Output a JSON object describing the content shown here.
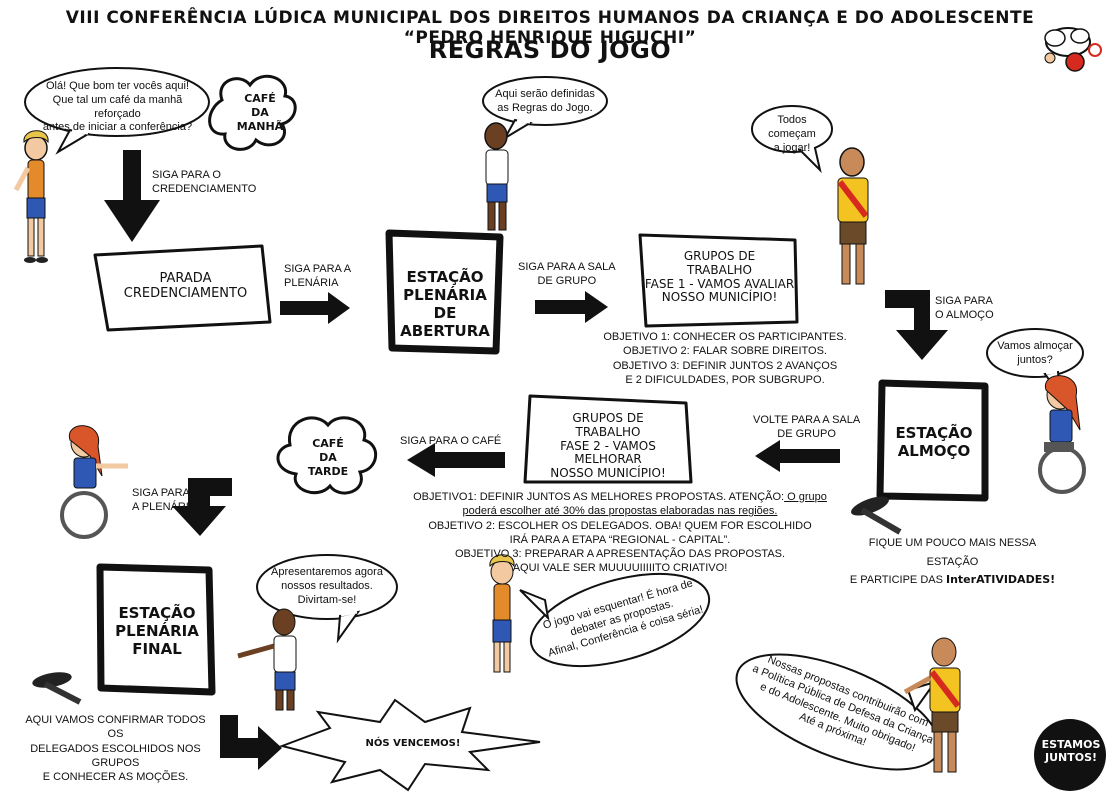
{
  "header": {
    "title": "VIII CONFERÊNCIA LÚDICA MUNICIPAL DOS DIREITOS HUMANOS DA CRIANÇA E DO ADOLESCENTE “PEDRO HENRIQUE HIGUCHI”",
    "subtitle": "REGRAS DO JOGO"
  },
  "speech": {
    "welcome": [
      "Olá! Que bom ter vocês aqui!",
      "Que tal um café da manhã reforçado",
      "antes de iniciar a conferência?"
    ],
    "rules": [
      "Aqui serão definidas",
      "as Regras do Jogo."
    ],
    "start": [
      "Todos começam",
      "a jogar!"
    ],
    "lunch": [
      "Vamos almoçar",
      "juntos?"
    ],
    "results": [
      "Apresentaremos agora",
      "nossos resultados.",
      "Divirtam-se!"
    ],
    "heat": [
      "O jogo vai esquentar! É hora de",
      "debater as propostas.",
      "Afinal, Conferência é coisa séria!"
    ],
    "closing": [
      "Nossas propostas contribuirão com",
      "a Política Pública de Defesa da Criança",
      "e do Adolescente. Muito obrigado!",
      "Até a próxima!"
    ]
  },
  "blobs": {
    "breakfast": [
      "CAFÉ",
      "DA",
      "MANHÃ"
    ],
    "afternoon": [
      "CAFÉ",
      "DA",
      "TARDE"
    ]
  },
  "boxes": {
    "registration": [
      "PARADA",
      "CREDENCIAMENTO"
    ],
    "opening": [
      "ESTAÇÃO",
      "PLENÁRIA DE",
      "ABERTURA"
    ],
    "groups1": [
      "GRUPOS DE",
      "TRABALHO",
      "FASE 1 - VAMOS AVALIAR",
      "NOSSO MUNICÍPIO!"
    ],
    "lunch": [
      "ESTAÇÃO",
      "ALMOÇO"
    ],
    "groups2": [
      "GRUPOS DE",
      "TRABALHO",
      "FASE 2 - VAMOS MELHORAR",
      "NOSSO MUNICÍPIO!"
    ],
    "final": [
      "ESTAÇÃO",
      "PLENÁRIA",
      "FINAL"
    ],
    "win": "NÓS VENCEMOS!"
  },
  "arrows": {
    "to_registration": [
      "SIGA PARA O",
      "CREDENCIAMENTO"
    ],
    "to_plenary": [
      "SIGA PARA A",
      "PLENÁRIA"
    ],
    "to_group_room": [
      "SIGA PARA A SALA",
      "DE GRUPO"
    ],
    "to_lunch": [
      "SIGA PARA",
      "O ALMOÇO"
    ],
    "back_to_group": [
      "VOLTE PARA A SALA",
      "DE GRUPO"
    ],
    "to_coffee": "SIGA PARA O CAFÉ",
    "to_final_plenary": [
      "SIGA PARA",
      "A PLENÁRIA"
    ]
  },
  "objectives1": [
    "OBJETIVO 1: CONHECER OS PARTICIPANTES.",
    "OBJETIVO 2:  FALAR SOBRE DIREITOS.",
    "OBJETIVO 3: DEFINIR JUNTOS 2 AVANÇOS",
    "E 2 DIFICULDADES, POR SUBGRUPO."
  ],
  "objectives2": {
    "o1_a": "OBJETIVO1: DEFINIR JUNTOS AS MELHORES PROPOSTAS. ATENÇÃO:",
    "o1_b": " O grupo",
    "o1_c": "poderá escolher até 30% das propostas elaboradas nas regiões.",
    "o2_a": "OBJETIVO 2: ESCOLHER OS DELEGADOS. OBA! QUEM FOR ESCOLHIDO",
    "o2_b": "IRÁ PARA A ETAPA “REGIONAL - CAPITAL”.",
    "o3_a": "OBJETIVO 3: PREPARAR A APRESENTAÇÃO DAS PROPOSTAS.",
    "o3_b": "AQUI VALE SER MUUUUIIIIITO CRIATIVO!"
  },
  "pins": {
    "lunch_note_a": "FIQUE UM POUCO MAIS NESSA ESTAÇÃO",
    "lunch_note_b1": "E PARTICIPE DAS ",
    "lunch_note_b2": "InterATIVIDADES!",
    "final_note": [
      "AQUI VAMOS CONFIRMAR TODOS OS",
      "DELEGADOS ESCOLHIDOS NOS GRUPOS",
      "E CONHECER AS MOÇÕES."
    ]
  },
  "badge": [
    "ESTAMOS",
    "JUNTOS!"
  ],
  "colors": {
    "ink": "#111111",
    "paper": "#ffffff",
    "skin_light": "#f2c9a0",
    "skin_dark": "#6b3f22",
    "hair_red": "#d8562a",
    "hair_blond": "#e8c44a",
    "shirt_yellow": "#f2c321",
    "sash_red": "#d62a1e",
    "shorts_blue": "#2f58b5",
    "wheelchair": "#555555"
  }
}
